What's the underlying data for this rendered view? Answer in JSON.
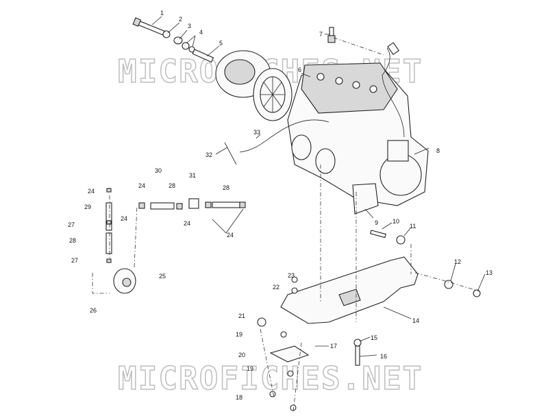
{
  "watermark": "MICROFICHES.NET",
  "callouts": [
    "1",
    "2",
    "3",
    "4",
    "5",
    "6",
    "7",
    "8",
    "9",
    "10",
    "11",
    "12",
    "13",
    "14",
    "15",
    "16",
    "17",
    "18",
    "19",
    "19",
    "20",
    "21",
    "22",
    "23",
    "24",
    "24",
    "24",
    "24",
    "24",
    "25",
    "26",
    "27",
    "27",
    "28",
    "28",
    "28",
    "29",
    "30",
    "31",
    "32",
    "33"
  ]
}
